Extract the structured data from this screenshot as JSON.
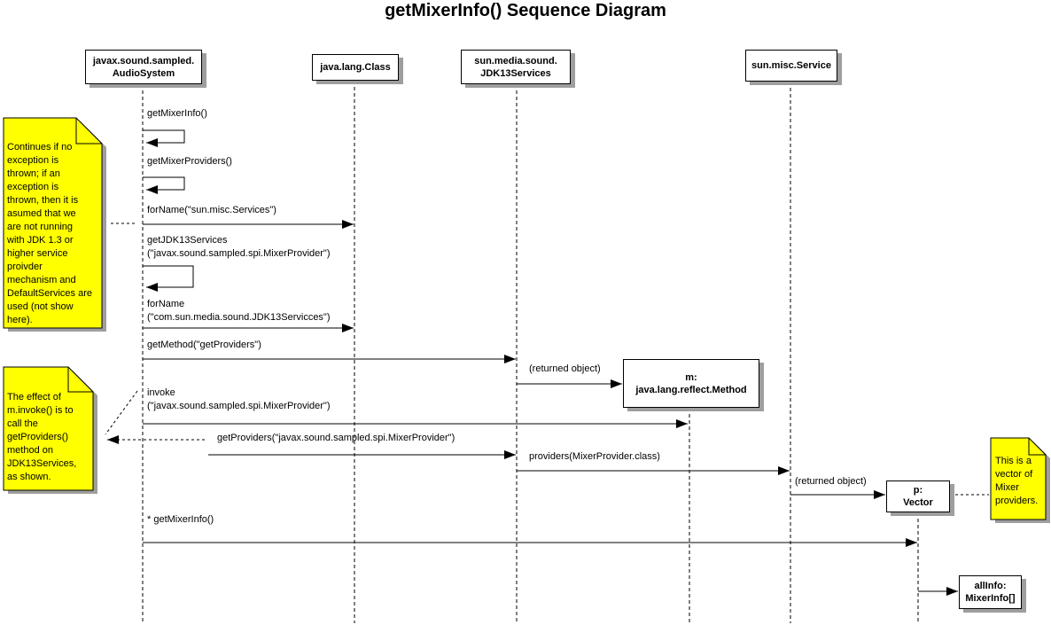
{
  "title": "getMixerInfo() Sequence Diagram",
  "diagram_type": "uml-sequence-diagram",
  "colors": {
    "background": "#ffffff",
    "note_fill": "#ffff00",
    "shadow": "#9e9e9e",
    "line": "#000000"
  },
  "lifelines": [
    {
      "id": "audiosystem",
      "label": "javax.sound.sampled.\nAudioSystem"
    },
    {
      "id": "class",
      "label": "java.lang.Class"
    },
    {
      "id": "jdk13services",
      "label": "sun.media.sound.\nJDK13Services"
    },
    {
      "id": "service",
      "label": "sun.misc.Service"
    }
  ],
  "objects": [
    {
      "id": "method",
      "label": "m:\njava.lang.reflect.Method"
    },
    {
      "id": "vector",
      "label": "p:\nVector"
    },
    {
      "id": "allinfo",
      "label": "allInfo:\nMixerInfo[]"
    }
  ],
  "messages": [
    {
      "type": "self-call",
      "from": "audiosystem",
      "to": "audiosystem",
      "label": "getMixerInfo()"
    },
    {
      "type": "self-call",
      "from": "audiosystem",
      "to": "audiosystem",
      "label": "getMixerProviders()"
    },
    {
      "type": "call",
      "from": "audiosystem",
      "to": "class",
      "label": "forName(\"sun.misc.Services\")"
    },
    {
      "type": "self-call",
      "from": "audiosystem",
      "to": "audiosystem",
      "label": "getJDK13Services\n(\"javax.sound.sampled.spi.MixerProvider\")"
    },
    {
      "type": "call",
      "from": "audiosystem",
      "to": "class",
      "label": "forName\n(\"com.sun.media.sound.JDK13Servicces\")"
    },
    {
      "type": "call",
      "from": "audiosystem",
      "to": "jdk13services",
      "label": "getMethod(\"getProviders\")"
    },
    {
      "type": "return",
      "from": "jdk13services",
      "to": "method",
      "label": "(returned object)"
    },
    {
      "type": "call",
      "from": "audiosystem",
      "to": "method",
      "label": "invoke\n(\"javax.sound.sampled.spi.MixerProvider\")"
    },
    {
      "type": "call",
      "from": "method",
      "to": "jdk13services",
      "label": "getProviders(\"javax.sound.sampled.spi.MixerProvider\")"
    },
    {
      "type": "call",
      "from": "jdk13services",
      "to": "service",
      "label": "providers(MixerProvider.class)"
    },
    {
      "type": "return",
      "from": "service",
      "to": "vector",
      "label": "(returned object)"
    },
    {
      "type": "call",
      "from": "audiosystem",
      "to": "vector",
      "label": "* getMixerInfo()"
    },
    {
      "type": "return",
      "from": "vector",
      "to": "allinfo",
      "label": ""
    }
  ],
  "notes": [
    {
      "id": "note-jdk-exception",
      "text": "Continues if no\nexception is\nthrown; if an\nexception is\nthrown, then it is\nasumed that we\nare not running\nwith JDK 1.3 or\nhigher service\nproivder\nmechanism and\nDefaultServices are\nused (not show\nhere)."
    },
    {
      "id": "note-invoke-effect",
      "text": "The effect of\nm.invoke() is to\ncall the\ngetProviders()\nmethod on\nJDK13Services,\nas shown."
    },
    {
      "id": "note-vector",
      "text": "This is a\nvector of\nMixer\nproviders."
    }
  ]
}
